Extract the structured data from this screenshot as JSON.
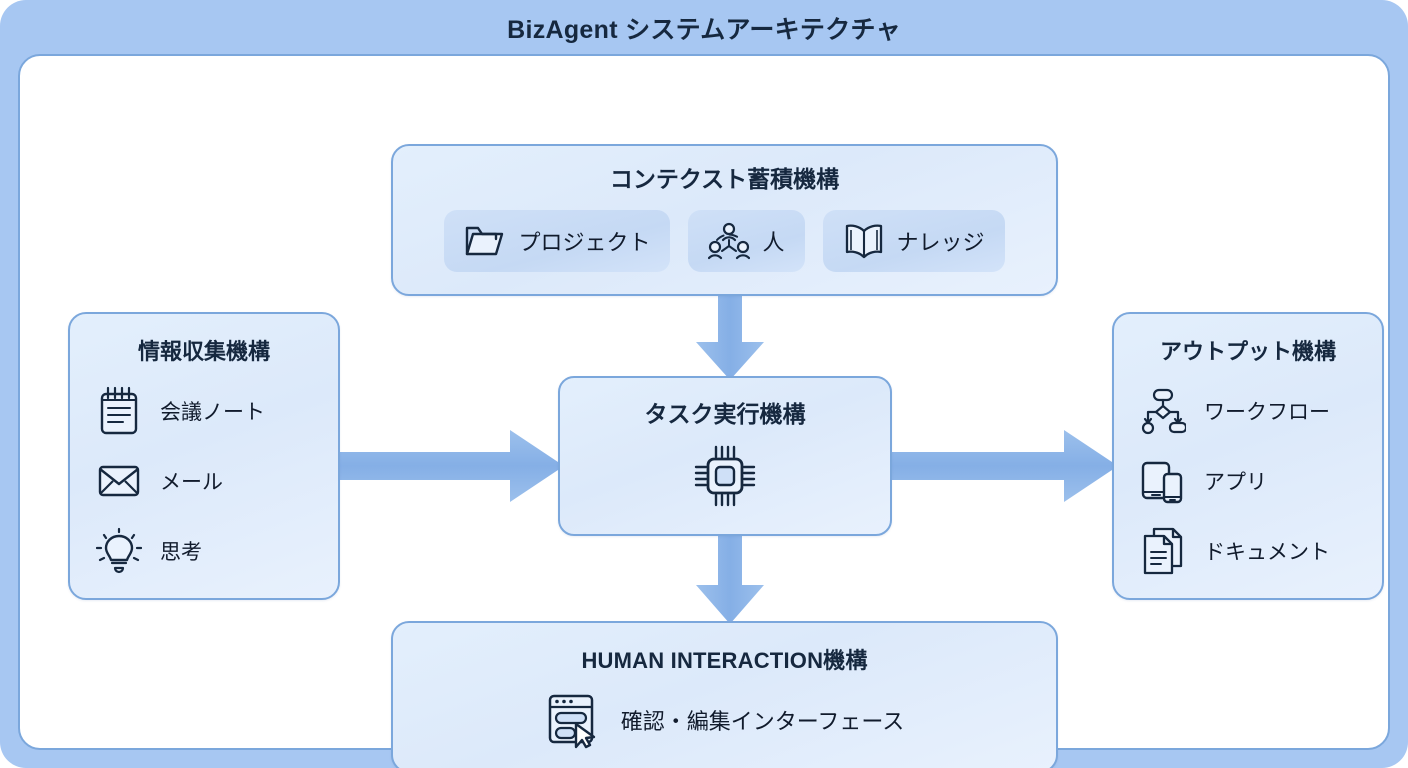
{
  "header": {
    "title": "BizAgent システムアーキテクチャ"
  },
  "theme": {
    "page_background": "#a7c7f2",
    "panel_background": "#ffffff",
    "border": "#7ba7dc",
    "box_fill_light": "#e3effc",
    "chip_fill": "#cfe0f7",
    "icon_stroke": "#16283f",
    "arrow_fill": "#88b2e8",
    "title_text": "#16283f"
  },
  "context_module": {
    "title": "コンテクスト蓄積機構",
    "chips": [
      {
        "label": "プロジェクト",
        "icon": "folder-icon"
      },
      {
        "label": "人",
        "icon": "users-icon"
      },
      {
        "label": "ナレッジ",
        "icon": "open-book-icon"
      }
    ]
  },
  "input_module": {
    "title": "情報収集機構",
    "items": [
      {
        "label": "会議ノート",
        "icon": "notepad-icon"
      },
      {
        "label": "メール",
        "icon": "envelope-icon"
      },
      {
        "label": "思考",
        "icon": "lightbulb-icon"
      }
    ]
  },
  "task_module": {
    "title": "タスク実行機構",
    "icon": "cpu-chip-icon"
  },
  "output_module": {
    "title": "アウトプット機構",
    "items": [
      {
        "label": "ワークフロー",
        "icon": "workflow-icon"
      },
      {
        "label": "アプリ",
        "icon": "devices-icon"
      },
      {
        "label": "ドキュメント",
        "icon": "documents-icon"
      }
    ]
  },
  "human_module": {
    "title": "HUMAN INTERACTION機構",
    "label": "確認・編集インターフェース",
    "icon": "browser-cursor-icon"
  },
  "arrows": [
    {
      "name": "input-to-task",
      "direction": "right"
    },
    {
      "name": "task-to-output",
      "direction": "right"
    },
    {
      "name": "context-to-task",
      "direction": "down"
    },
    {
      "name": "task-to-human",
      "direction": "down"
    }
  ]
}
